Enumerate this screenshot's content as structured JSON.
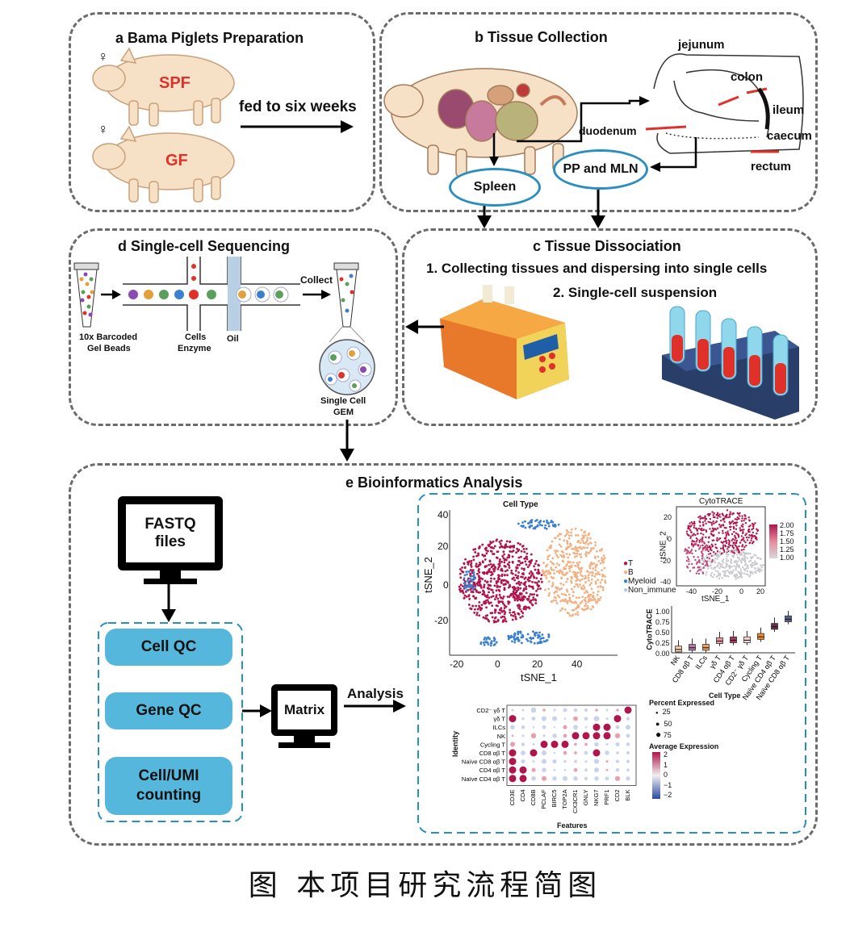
{
  "panels": {
    "a": {
      "title": "a Bama Piglets Preparation",
      "spf": "SPF",
      "gf": "GF",
      "arrow_label": "fed to six weeks",
      "female1": "♀",
      "female2": "♀"
    },
    "b": {
      "title": "b Tissue Collection",
      "organs": [
        "jejunum",
        "colon",
        "ileum",
        "duodenum",
        "caecum",
        "rectum"
      ],
      "spleen": "Spleen",
      "pp_mln": "PP and MLN"
    },
    "c": {
      "title": "c Tissue Dissociation",
      "step1": "1. Collecting tissues and dispersing into single cells",
      "step2": "2. Single-cell suspension"
    },
    "d": {
      "title": "d Single-cell Sequencing",
      "collect": "Collect",
      "beads_line1": "10x Barcoded",
      "beads_line2": "Gel Beads",
      "cells_line1": "Cells",
      "cells_line2": "Enzyme",
      "oil": "Oil",
      "gem_line1": "Single Cell",
      "gem_line2": "GEM"
    },
    "e": {
      "title": "e Bioinformatics Analysis",
      "fastq_line1": "FASTQ",
      "fastq_line2": "files",
      "qc_steps": [
        "Cell QC",
        "Gene QC",
        "Cell/UMI counting"
      ],
      "matrix": "Matrix",
      "analysis": "Analysis"
    }
  },
  "chart_data": [
    {
      "type": "scatter",
      "title": "Cell Type",
      "xlabel": "tSNE_1",
      "ylabel": "tSNE_2",
      "xticks": [
        "-20",
        "0",
        "20",
        "40"
      ],
      "yticks": [
        "40",
        "20",
        "0",
        "-20"
      ],
      "legend": [
        "T",
        "B",
        "Myeloid",
        "Non_immune"
      ],
      "colors": {
        "T": "#b0154b",
        "B": "#f2b183",
        "Myeloid": "#3a7fd0",
        "Non_immune": "#bcc7d6"
      }
    },
    {
      "type": "scatter",
      "title": "CytoTRACE",
      "xlabel": "tSNE_1",
      "ylabel": "tSNE_2",
      "xticks": [
        "-40",
        "-20",
        "0",
        "20"
      ],
      "yticks": [
        "20",
        "0",
        "-20",
        "-40"
      ],
      "colorbar_ticks": [
        "2.00",
        "1.75",
        "1.50",
        "1.25",
        "1.00"
      ]
    },
    {
      "type": "box",
      "ylabel": "CytoTRACE",
      "xlabel": "Cell Type",
      "yticks": [
        "1.00",
        "0.75",
        "0.50",
        "0.25",
        "0.00"
      ],
      "categories": [
        "NK",
        "CD8 αβ T",
        "ILCs",
        "γδ T",
        "CD4 αβ T",
        "CD2⁻ γδ T",
        "Cycling T",
        "Naïve CD4 αβ T",
        "Naïve CD8 αβ T"
      ],
      "medians": [
        0.08,
        0.12,
        0.12,
        0.28,
        0.3,
        0.3,
        0.38,
        0.62,
        0.8
      ],
      "colors": [
        "#f4c9a8",
        "#b07aa8",
        "#f2a05a",
        "#e89a9a",
        "#a93a5a",
        "#f7d4d0",
        "#f08a2a",
        "#6e2e4e",
        "#5a5e8e"
      ]
    },
    {
      "type": "dot",
      "ylabel": "Identity",
      "xlabel": "Features",
      "rows": [
        "CD2⁻ γδ T",
        "γδ T",
        "ILCs",
        "NK",
        "Cycling T",
        "CD8 αβ T",
        "Naïve CD8 αβ T",
        "CD4 αβ T",
        "Naïve CD4 αβ T"
      ],
      "features": [
        "CD3E",
        "CD4",
        "CD8B",
        "PCLAF",
        "BIRC5",
        "TOP2A",
        "CX3CR1",
        "GNLY",
        "NKG7",
        "PRF1",
        "CD2",
        "BLK"
      ],
      "size_legend_title": "Percent Expressed",
      "size_legend": [
        "25",
        "50",
        "75"
      ],
      "color_legend_title": "Average Expression",
      "color_legend": [
        "2",
        "1",
        "0",
        "−1",
        "−2"
      ]
    }
  ],
  "caption": "图  本项目研究流程简图"
}
